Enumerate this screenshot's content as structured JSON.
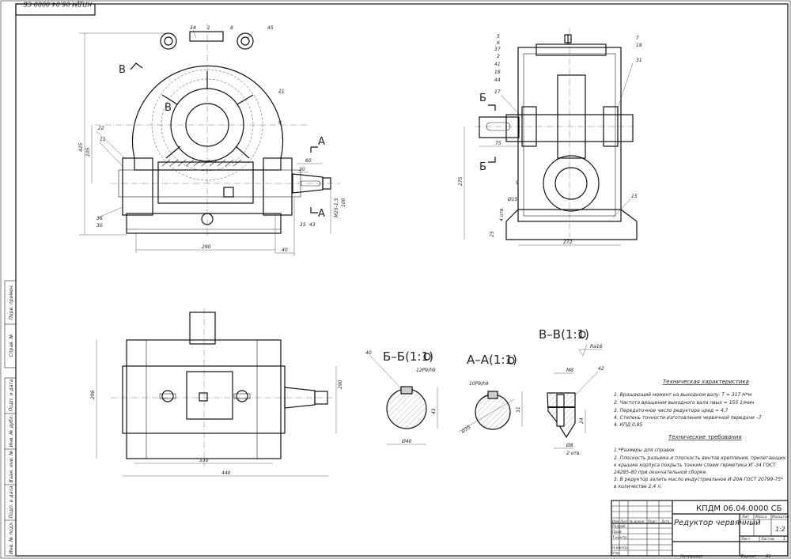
{
  "corner_stamp": "КПДМ 06.04.0000 СБ",
  "side_stamp": [
    "Перв. примен.",
    "Справ. №",
    "Подп. и дата",
    "Инв. № дубл.",
    "Взам. инв. №",
    "Подп. и дата",
    "Инв. № подл."
  ],
  "front_view": {
    "callouts": [
      "34",
      "1",
      "8",
      "45",
      "21",
      "9",
      "22",
      "11",
      "36",
      "30",
      "35",
      "43"
    ],
    "section_marks": {
      "v": "В",
      "a_top": "А",
      "a_bottom": "А"
    },
    "dims": {
      "height": "425",
      "axis": "105",
      "base": "290",
      "shaft": "40",
      "key_len": "60",
      "key_off": "30",
      "shaft_dia": "M25-1,5",
      "shaft_h": "100"
    }
  },
  "side_view": {
    "callouts": [
      "5",
      "6",
      "37",
      "2",
      "41",
      "18",
      "44",
      "17",
      "7",
      "19",
      "31",
      "15"
    ],
    "section_marks": {
      "b_top": "Б",
      "b_bottom": "Б"
    },
    "dims": {
      "height": "275",
      "shaft": "75",
      "offset": "9",
      "hole": "Ø15",
      "holes": "4 отв.",
      "base_h": "25",
      "width": "272"
    }
  },
  "plan_view": {
    "dims": {
      "width": "330",
      "overall": "440",
      "depth": "298",
      "depth2": "290"
    }
  },
  "sections": {
    "bb": {
      "title": "Б–Б(1:1)",
      "callout": "40",
      "key": "12P9/h9",
      "dia": "Ø40",
      "height": "43"
    },
    "aa": {
      "title": "А–А(1:1)",
      "key": "10P9/h9",
      "dia": "Ø35",
      "height": "31"
    },
    "vv": {
      "title": "В–В(1:1)",
      "rough": "Ra16",
      "callout": "42",
      "thread": "M8",
      "depth": "24",
      "dia": "Ø8",
      "holes": "2 отв."
    }
  },
  "tech_characteristics": {
    "title": "Техническая характеристика",
    "lines": [
      "1. Вращающий момент на выходном валу: T = 317 Н*м",
      "2. Частота вращения выходного вала nвых = 155 1/мин",
      "3. Передаточное число редуктора uред = 4,7",
      "4. Степень точности изготовления червячной передачи –7",
      "4. КПД 0,85"
    ]
  },
  "tech_requirements": {
    "title": "Технические требования",
    "lines": [
      "1.*Размеры для справок",
      "2. Плоскость разъема и плоскость винтов крепления, прилегающих",
      "к крышке корпуса покрыть тонким слоем герметика УГ-34 ГОСТ",
      "24285-80 при окончательной сборке.",
      "3. В редуктор залить масло индустриальное И-20А ГОСТ 20799-75*",
      "в количестве 2,4 л."
    ]
  },
  "title_block": {
    "designation": "КПДМ 06.04.0000 СБ",
    "name": "Редуктор червячный",
    "col_headers": [
      "Изм.",
      "Лист",
      "№ докум.",
      "Подп.",
      "Дата"
    ],
    "rows": [
      "Разраб.",
      "Пров.",
      "Т.контр.",
      "Н.контр.",
      "Утв."
    ],
    "lit": "Лит.",
    "mass": "Масса",
    "scale_label": "Масштаб",
    "scale": "1:2",
    "sheet": "Лист",
    "sheets": "Листов",
    "sheets_count": "1",
    "copied": "Копировал",
    "format": "Формат",
    "format_value": "A1"
  }
}
